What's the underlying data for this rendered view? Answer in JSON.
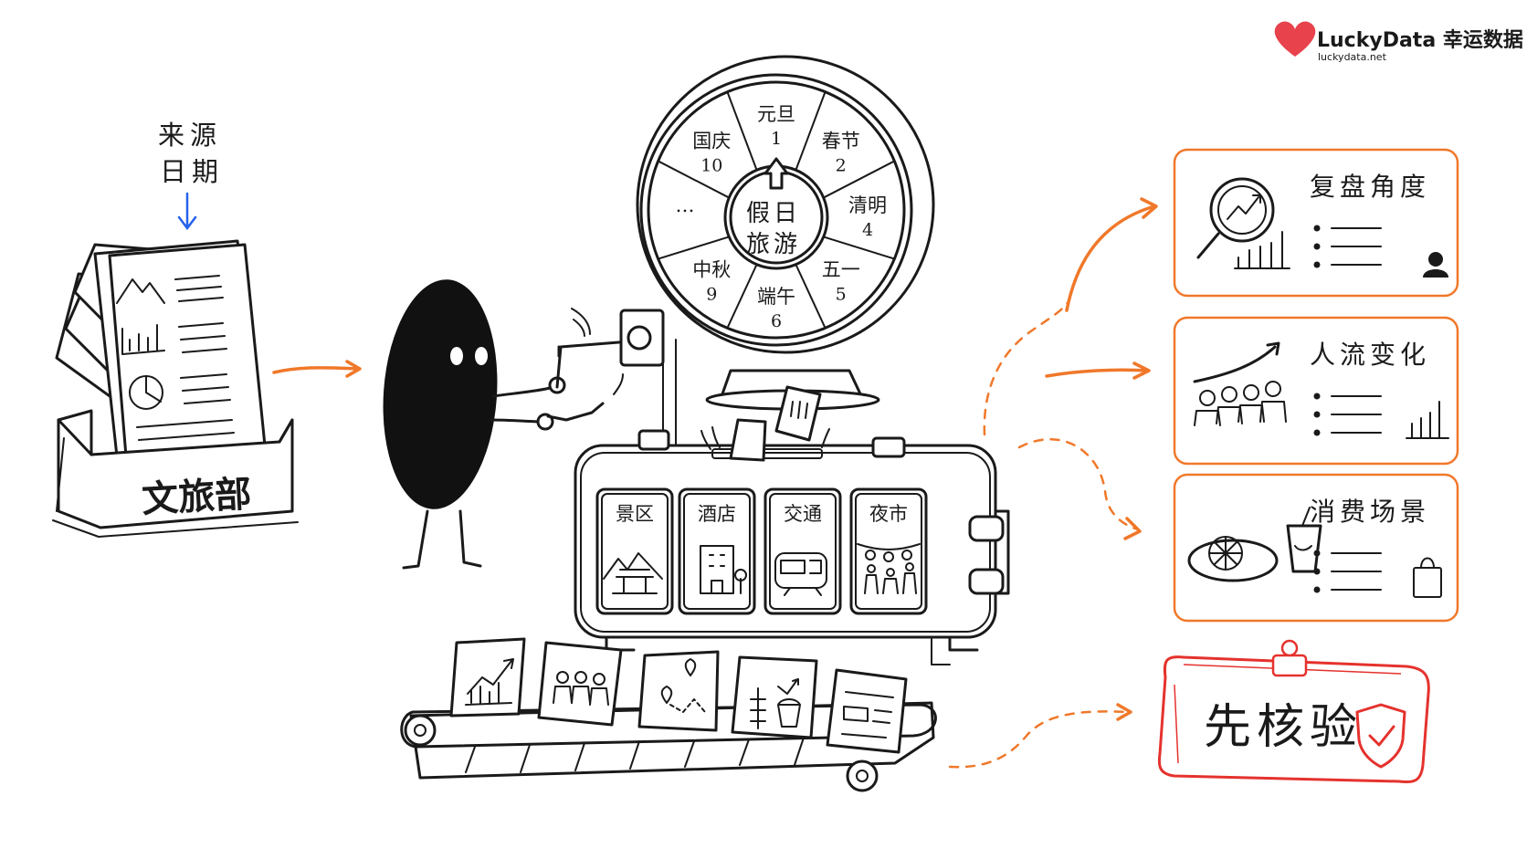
{
  "brand": {
    "name": "LuckyData 幸运数据",
    "url": "luckydata.net",
    "color": "#e8424d"
  },
  "source_note": {
    "line1": "来源",
    "line2": "日期",
    "color": "#2563eb"
  },
  "source_box_label": "文旅部",
  "wheel": {
    "center_line1": "假日",
    "center_line2": "旅游",
    "segments": [
      {
        "name": "元旦",
        "num": "1"
      },
      {
        "name": "春节",
        "num": "2"
      },
      {
        "name": "清明",
        "num": "4"
      },
      {
        "name": "五一",
        "num": "5"
      },
      {
        "name": "端午",
        "num": "6"
      },
      {
        "name": "中秋",
        "num": "9"
      },
      {
        "name": "…",
        "num": ""
      },
      {
        "name": "国庆",
        "num": "10"
      }
    ]
  },
  "machine_windows": [
    "景区",
    "酒店",
    "交通",
    "夜市"
  ],
  "cards": [
    {
      "title": "复盘角度",
      "color": "#f0782a",
      "icon": "magnifier-chart-icon",
      "badge": "user-icon"
    },
    {
      "title": "人流变化",
      "color": "#f0782a",
      "icon": "crowd-trend-icon",
      "badge": "bar-chart-icon"
    },
    {
      "title": "消费场景",
      "color": "#f0782a",
      "icon": "food-drink-icon",
      "badge": "shopping-bag-icon"
    }
  ],
  "verify": {
    "label": "先核验",
    "color": "#e5322d",
    "icon": "shield-check-icon"
  },
  "colors": {
    "accent": "#f0782a",
    "ink": "#1a1a1a"
  }
}
